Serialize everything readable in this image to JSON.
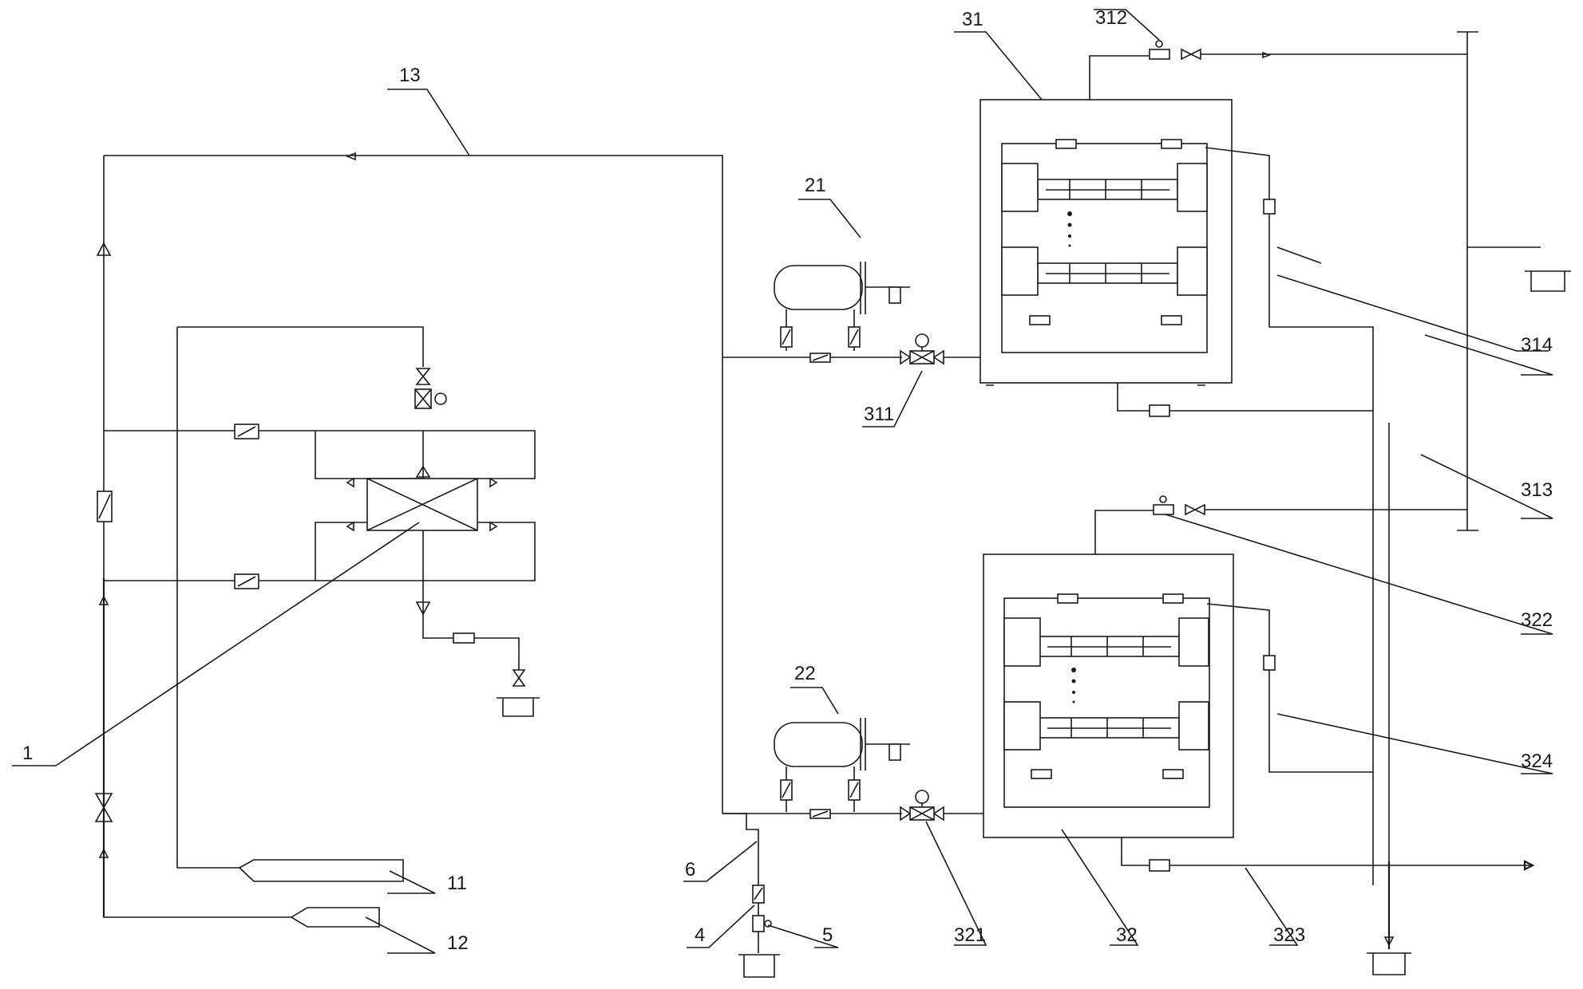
{
  "labels": {
    "l1": "1",
    "l4": "4",
    "l5": "5",
    "l6": "6",
    "l11": "11",
    "l12": "12",
    "l13": "13",
    "l21": "21",
    "l22": "22",
    "l31": "31",
    "l32": "32",
    "l311": "311",
    "l312": "312",
    "l313": "313",
    "l314": "314",
    "l321": "321",
    "l322": "322",
    "l323": "323",
    "l324": "324"
  },
  "colors": {
    "line": "#1a1a1a",
    "background": "#ffffff"
  }
}
